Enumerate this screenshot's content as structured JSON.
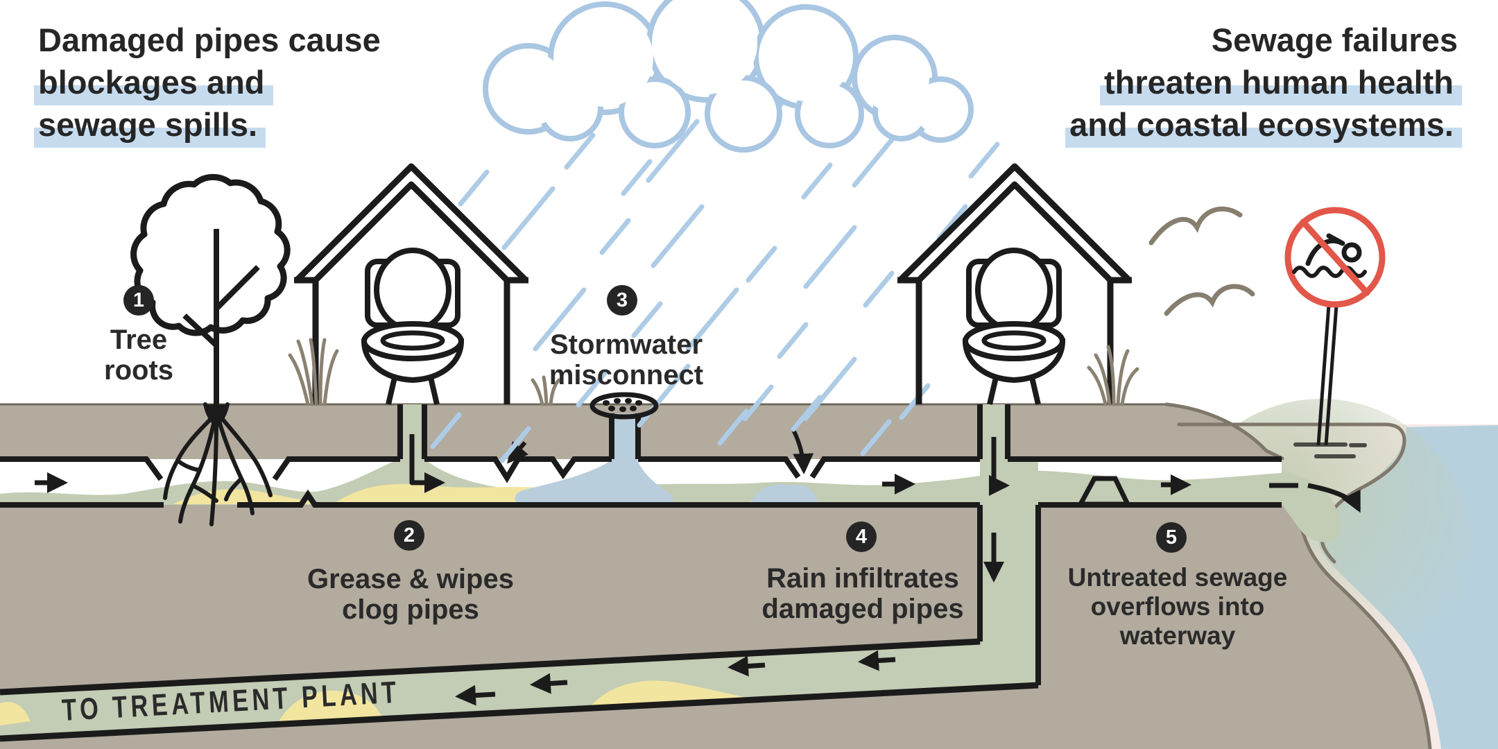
{
  "headlines": {
    "left": {
      "line1": "Damaged pipes cause",
      "line2": "blockages and",
      "line3": "sewage spills."
    },
    "right": {
      "line1": "Sewage failures",
      "line2": "threaten human health",
      "line3": "and coastal ecosystems."
    }
  },
  "steps": [
    {
      "number": "1",
      "label": "Tree\nroots"
    },
    {
      "number": "2",
      "label": "Grease & wipes\nclog pipes"
    },
    {
      "number": "3",
      "label": "Stormwater\nmisconnect"
    },
    {
      "number": "4",
      "label": "Rain infiltrates\ndamaged pipes"
    },
    {
      "number": "5",
      "label": "Untreated sewage\noverflows into\nwaterway"
    }
  ],
  "pipe_flow_label": "TO TREATMENT PLANT",
  "colors": {
    "highlight_blue": "#c6dbee",
    "ink": "#1b1b1b",
    "ground_tan": "#b2ab9e",
    "sewage_green": "#c3ccb4",
    "grease_yellow": "#f2e5a0",
    "stormwater_blue": "#b9cedd",
    "rain_blue": "#aecce6",
    "water_blue": "#b6d1dd",
    "beach_pink": "#f7eae7",
    "sign_red": "#e2574a",
    "bank_brown": "#7f786a"
  },
  "icons": [
    "cloud-icon",
    "rain-lines",
    "tree-icon",
    "tree-roots-icon",
    "house-icon",
    "toilet-icon",
    "storm-drain-icon",
    "grass-icon",
    "seagull-icon",
    "no-swimming-sign-icon",
    "weir-icon",
    "flow-arrow"
  ]
}
